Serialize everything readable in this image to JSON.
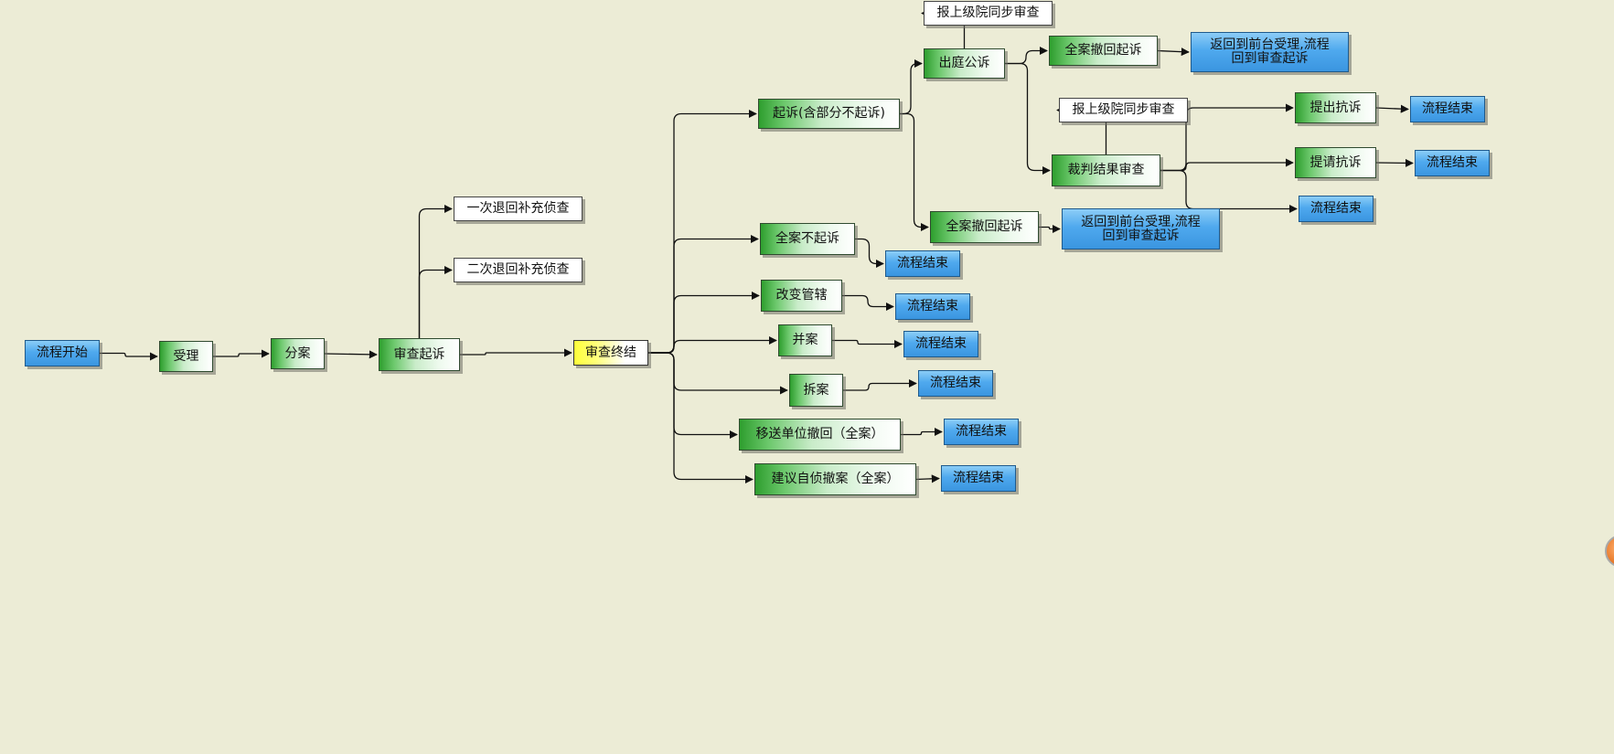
{
  "nodes": {
    "start": "流程开始",
    "accept": "受理",
    "assign": "分案",
    "review_prosecution": "审查起诉",
    "first_return": "一次退回补充侦查",
    "second_return": "二次退回补充侦查",
    "review_end": "审查终结",
    "prosecute": "起诉(含部分不起诉)",
    "appear_in_court": "出庭公诉",
    "report_superior_1": "报上级院同步审查",
    "withdraw_all_1": "全案撤回起诉",
    "return_front_1": "返回到前台受理,流程\n回到审查起诉",
    "report_superior_2": "报上级院同步审查",
    "judgment_review": "裁判结果审查",
    "raise_protest": "提出抗诉",
    "request_protest": "提请抗诉",
    "end_protest_1": "流程结束",
    "end_protest_2": "流程结束",
    "end_judgment": "流程结束",
    "withdraw_all_2": "全案撤回起诉",
    "return_front_2": "返回到前台受理,流程\n回到审查起诉",
    "non_prosecute_all": "全案不起诉",
    "end_non_prosecute": "流程结束",
    "change_jurisdiction": "改变管辖",
    "end_change": "流程结束",
    "merge_case": "并案",
    "end_merge": "流程结束",
    "split_case": "拆案",
    "end_split": "流程结束",
    "transfer_withdraw": "移送单位撤回（全案）",
    "end_transfer": "流程结束",
    "suggest_withdraw": "建议自侦撤案（全案）",
    "end_suggest": "流程结束"
  },
  "colors": {
    "background": "#ececd6",
    "edge": "#111111",
    "blue_node": "#4fa9ee",
    "green_node": "#2e9e2e",
    "yellow_node": "#ffff3a",
    "white_node": "#ffffff"
  },
  "edges": [
    [
      "start",
      "accept"
    ],
    [
      "accept",
      "assign"
    ],
    [
      "assign",
      "review_prosecution"
    ],
    [
      "review_prosecution",
      "first_return"
    ],
    [
      "review_prosecution",
      "second_return"
    ],
    [
      "review_prosecution",
      "review_end"
    ],
    [
      "review_end",
      "prosecute"
    ],
    [
      "review_end",
      "non_prosecute_all"
    ],
    [
      "review_end",
      "change_jurisdiction"
    ],
    [
      "review_end",
      "merge_case"
    ],
    [
      "review_end",
      "split_case"
    ],
    [
      "review_end",
      "transfer_withdraw"
    ],
    [
      "review_end",
      "suggest_withdraw"
    ],
    [
      "prosecute",
      "appear_in_court"
    ],
    [
      "prosecute",
      "withdraw_all_2"
    ],
    [
      "appear_in_court",
      "report_superior_1"
    ],
    [
      "appear_in_court",
      "withdraw_all_1"
    ],
    [
      "appear_in_court",
      "judgment_review"
    ],
    [
      "withdraw_all_1",
      "return_front_1"
    ],
    [
      "judgment_review",
      "report_superior_2"
    ],
    [
      "judgment_review",
      "raise_protest"
    ],
    [
      "judgment_review",
      "request_protest"
    ],
    [
      "judgment_review",
      "end_judgment"
    ],
    [
      "raise_protest",
      "end_protest_1"
    ],
    [
      "request_protest",
      "end_protest_2"
    ],
    [
      "withdraw_all_2",
      "return_front_2"
    ],
    [
      "non_prosecute_all",
      "end_non_prosecute"
    ],
    [
      "change_jurisdiction",
      "end_change"
    ],
    [
      "merge_case",
      "end_merge"
    ],
    [
      "split_case",
      "end_split"
    ],
    [
      "transfer_withdraw",
      "end_transfer"
    ],
    [
      "suggest_withdraw",
      "end_suggest"
    ]
  ]
}
